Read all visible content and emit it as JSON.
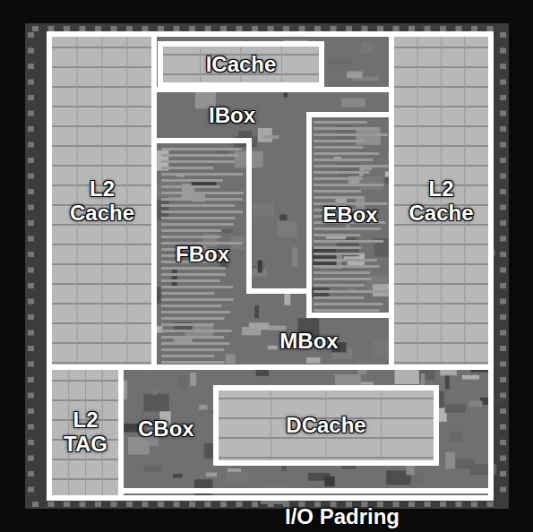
{
  "diagram": {
    "nodes": [
      {
        "text": [
          "L2 Cache"
        ]
      },
      {
        "text": [
          "ICache"
        ]
      },
      {
        "text": [
          "IBox"
        ]
      },
      {
        "text": [
          "FBox"
        ]
      },
      {
        "text": [
          "EBox"
        ]
      },
      {
        "text": [
          "L2 Cache"
        ]
      },
      {
        "text": [
          "MBox"
        ]
      },
      {
        "text": [
          "L2 TAG"
        ]
      },
      {
        "text": [
          "CBox"
        ]
      },
      {
        "text": [
          "DCache"
        ],
        "in": 8
      }
    ],
    "labels": [
      "I/O Padring"
    ]
  }
}
